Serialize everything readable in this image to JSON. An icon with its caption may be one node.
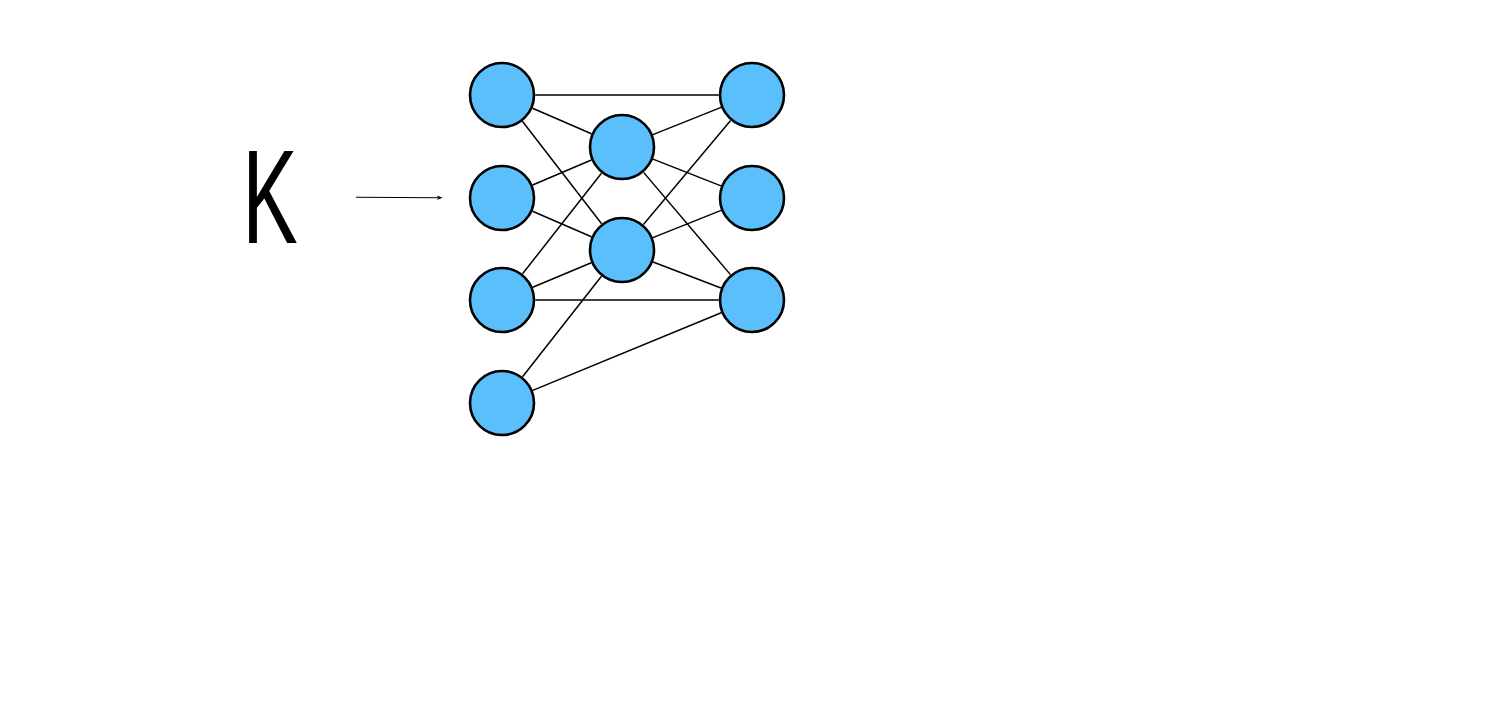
{
  "diagram": {
    "nodes": [
      {
        "text": [
          "K"
        ]
      },
      {
        "text": [],
        "shape": "circle"
      },
      {
        "text": [],
        "shape": "circle"
      },
      {
        "text": [],
        "shape": "circle"
      },
      {
        "text": [],
        "shape": "circle"
      },
      {
        "text": [],
        "shape": "circle"
      },
      {
        "text": [],
        "shape": "circle"
      },
      {
        "text": [],
        "shape": "circle"
      },
      {
        "text": [],
        "shape": "circle"
      },
      {
        "text": [],
        "shape": "circle"
      }
    ],
    "edges": [
      {
        "from": 0,
        "to": 2,
        "arrow": "to"
      },
      {
        "from": 1,
        "to": 7,
        "arrow": "none"
      },
      {
        "from": 1,
        "to": 5,
        "arrow": "none"
      },
      {
        "from": 1,
        "to": 6,
        "arrow": "none"
      },
      {
        "from": 2,
        "to": 5,
        "arrow": "none"
      },
      {
        "from": 2,
        "to": 6,
        "arrow": "none"
      },
      {
        "from": 3,
        "to": 5,
        "arrow": "none"
      },
      {
        "from": 3,
        "to": 6,
        "arrow": "none"
      },
      {
        "from": 3,
        "to": 9,
        "arrow": "none"
      },
      {
        "from": 4,
        "to": 6,
        "arrow": "none"
      },
      {
        "from": 4,
        "to": 9,
        "arrow": "none"
      },
      {
        "from": 5,
        "to": 7,
        "arrow": "none"
      },
      {
        "from": 5,
        "to": 8,
        "arrow": "none"
      },
      {
        "from": 5,
        "to": 9,
        "arrow": "none"
      },
      {
        "from": 6,
        "to": 7,
        "arrow": "none"
      },
      {
        "from": 6,
        "to": 8,
        "arrow": "none"
      },
      {
        "from": 6,
        "to": 9,
        "arrow": "none"
      }
    ]
  }
}
